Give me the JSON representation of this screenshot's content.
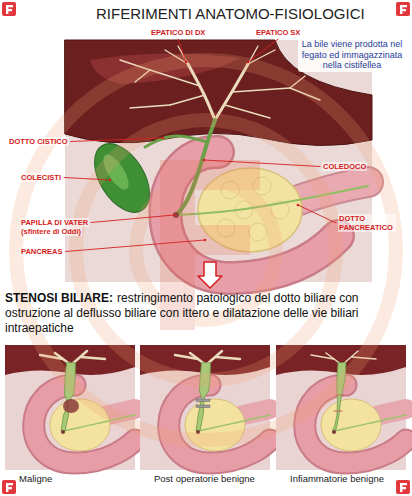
{
  "diagram": {
    "title": "RIFERIMENTI ANATOMO-FISIOLOGICI",
    "nodes": [
      {
        "text": [
          "Maligne"
        ]
      },
      {
        "text": [
          "Post operatorie benigne"
        ]
      },
      {
        "text": [
          "Infiammatorie benigne"
        ]
      }
    ],
    "labels": [
      "EPATICO DI DX",
      "EPATICO SX",
      "La bile viene prodotta nel fegato ed immagazzinata nella cistifellea",
      "DOTTO CISTICO",
      "COLECISTI",
      "PAPILLA DI VATER",
      "(sfintere di Oddi)",
      "PANCREAS",
      "COLEDOCO",
      "DOTTO PANCREATICO",
      "STENOSI BILIARE:",
      "restringimento patologico del dotto biliare con ostruzione al deflusso biliare con ittero e dilatazione delle vie biliari intraepatiche"
    ]
  }
}
